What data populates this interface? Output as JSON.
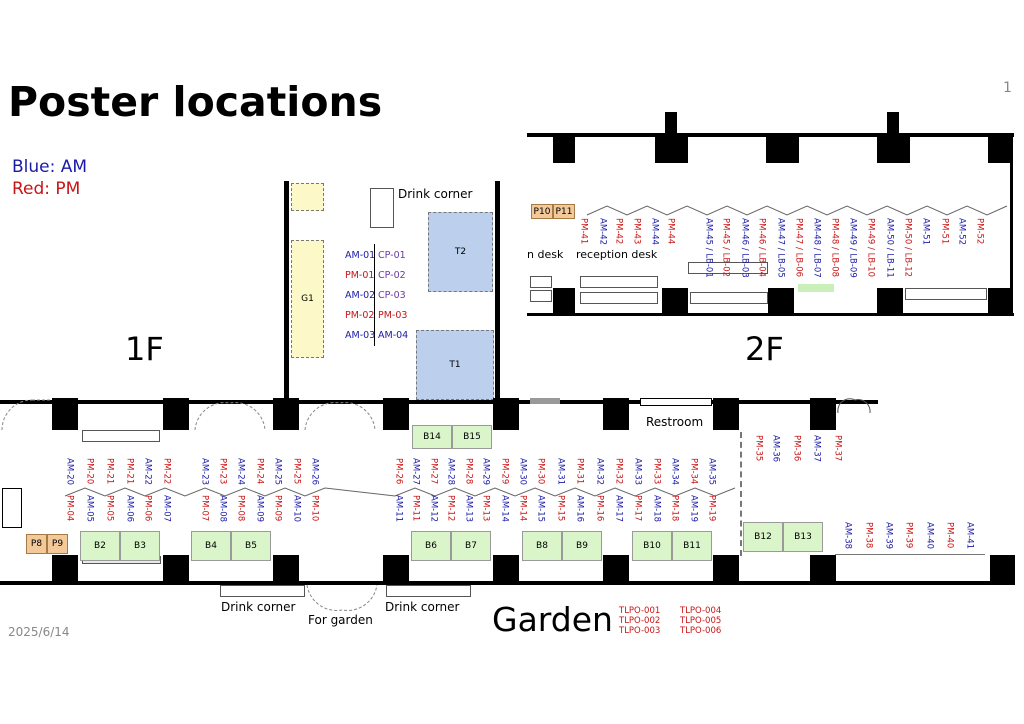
{
  "title": "Poster locations",
  "page_number": "1",
  "legend": {
    "am": "Blue: AM",
    "pm": "Red: PM",
    "am_color": "#1a1aa8",
    "pm_color": "#c81414"
  },
  "date": "2025/6/14",
  "floors": {
    "first": "1F",
    "second": "2F"
  },
  "garden": "Garden",
  "labels": {
    "drink_corner_top": "Drink corner",
    "drink_corner_left": "Drink corner",
    "drink_corner_right": "Drink corner",
    "for_garden": "For garden",
    "restroom": "Restroom",
    "reception_partial": "n desk",
    "reception": "reception desk"
  },
  "tlpo": [
    "TLPO-001",
    "TLPO-002",
    "TLPO-003",
    "TLPO-004",
    "TLPO-005",
    "TLPO-006"
  ],
  "booths": {
    "g1": "G1",
    "t1": "T1",
    "t2": "T2",
    "b": [
      "B2",
      "B3",
      "B4",
      "B5",
      "B6",
      "B7",
      "B8",
      "B9",
      "B10",
      "B11",
      "B12",
      "B13",
      "B14",
      "B15"
    ],
    "p": [
      "P8",
      "P9",
      "P10",
      "P11"
    ]
  },
  "cp_table": {
    "left": [
      "AM-01",
      "PM-01",
      "AM-02",
      "PM-02",
      "AM-03"
    ],
    "right": [
      "CP-01",
      "CP-02",
      "CP-03",
      "PM-03",
      "AM-04"
    ]
  },
  "upper_1f": [
    "AM-20",
    "PM-20",
    "PM-21",
    "PM-21",
    "AM-22",
    "PM-22",
    "AM-23",
    "PM-23",
    "AM-24",
    "PM-24",
    "AM-25",
    "PM-25",
    "AM-26",
    "PM-26",
    "AM-27",
    "PM-27",
    "AM-28",
    "PM-28",
    "AM-29",
    "PM-29",
    "AM-30",
    "PM-30",
    "AM-31",
    "PM-31",
    "AM-32",
    "PM-32",
    "AM-33",
    "PM-33",
    "AM-34",
    "PM-34",
    "AM-35"
  ],
  "lower_1f": [
    "PM-04",
    "AM-05",
    "PM-05",
    "AM-06",
    "PM-06",
    "AM-07",
    "PM-07",
    "AM-08",
    "PM-08",
    "AM-09",
    "PM-09",
    "AM-10",
    "PM-10",
    "AM-11",
    "PM-11",
    "AM-12",
    "PM-12",
    "AM-13",
    "PM-13",
    "AM-14",
    "PM-14",
    "AM-15",
    "PM-15",
    "AM-16",
    "PM-16",
    "AM-17",
    "PM-17",
    "AM-18",
    "PM-18",
    "AM-19",
    "PM-19"
  ],
  "annex_top": [
    "PM-35",
    "AM-36",
    "PM-36",
    "AM-37",
    "PM-37"
  ],
  "annex_bottom": [
    "AM-38",
    "PM-38",
    "AM-39",
    "PM-39",
    "AM-40",
    "PM-40",
    "AM-41"
  ],
  "upper_2f": [
    "PM-41",
    "AM-42",
    "PM-42",
    "PM-43",
    "AM-44",
    "PM-44",
    "AM-45 / LB-01",
    "PM-45 / LB-02",
    "AM-46 / LB-03",
    "PM-46 / LB-04",
    "AM-47 / LB-05",
    "PM-47 / LB-06",
    "AM-48 / LB-07",
    "PM-48 / LB-08",
    "AM-49 / LB-09",
    "PM-49 / LB-10",
    "AM-50 / LB-11",
    "PM-50 / LB-12",
    "AM-51",
    "PM-51",
    "AM-52",
    "PM-52"
  ]
}
